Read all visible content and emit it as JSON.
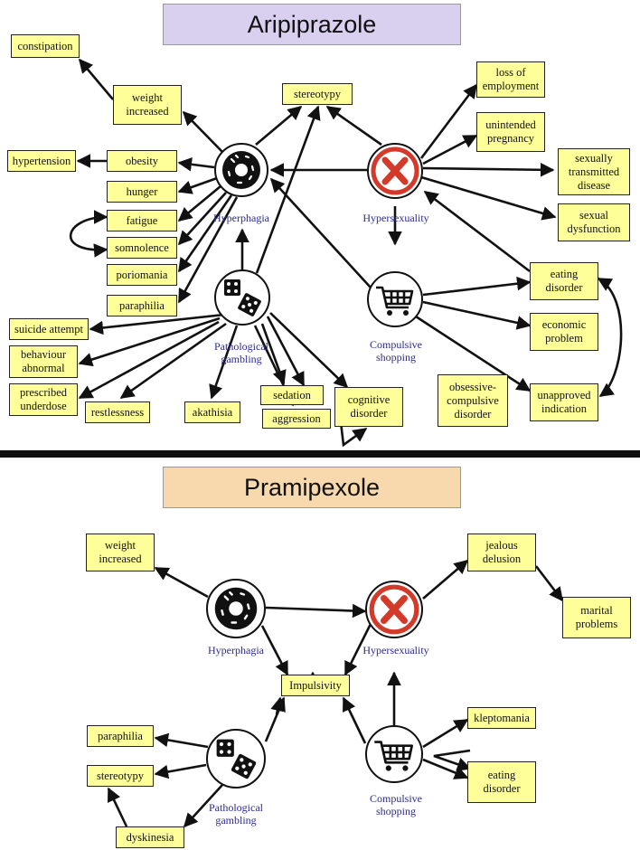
{
  "top": {
    "title": "Aripiprazole",
    "title_color": "#d8d0ee",
    "nodes": {
      "hyperphagia": {
        "label": "Hyperphagia",
        "icon": "donut-icon"
      },
      "hypersexuality": {
        "label": "Hypersexuality",
        "icon": "red-x-icon"
      },
      "gambling": {
        "label": "Pathological\ngambling",
        "icon": "dice-icon"
      },
      "shopping": {
        "label": "Compulsive\nshopping",
        "icon": "shopping-cart-icon"
      }
    },
    "boxes": {
      "constipation": "constipation",
      "weight": "weight\nincreased",
      "hypertension": "hypertension",
      "obesity": "obesity",
      "hunger": "hunger",
      "fatigue": "fatigue",
      "somnolence": "somnolence",
      "poriomania": "poriomania",
      "paraphilia": "paraphilia",
      "suicide": "suicide attempt",
      "behaviour": "behaviour\nabnormal",
      "prescribed": "prescribed\nunderdose",
      "restlessness": "restlessness",
      "akathisia": "akathisia",
      "sedation": "sedation",
      "aggression": "aggression",
      "cognitive": "cognitive\ndisorder",
      "ocd": "obsessive-\ncompulsive\ndisorder",
      "stereotypy": "stereotypy",
      "employment": "loss of\nemployment",
      "pregnancy": "unintended\npregnancy",
      "std": "sexually\ntransmitted\ndisease",
      "dysfunction": "sexual\ndysfunction",
      "eating": "eating\ndisorder",
      "economic": "economic\nproblem",
      "unapproved": "unapproved\nindication"
    }
  },
  "bottom": {
    "title": "Pramipexole",
    "title_color": "#f7d9ad",
    "nodes": {
      "hyperphagia": {
        "label": "Hyperphagia",
        "icon": "donut-icon"
      },
      "hypersexuality": {
        "label": "Hypersexuality",
        "icon": "red-x-icon"
      },
      "gambling": {
        "label": "Pathological\ngambling",
        "icon": "dice-icon"
      },
      "shopping": {
        "label": "Compulsive\nshopping",
        "icon": "shopping-cart-icon"
      }
    },
    "boxes": {
      "weight": "weight\nincreased",
      "jealous": "jealous\ndelusion",
      "marital": "marital\nproblems",
      "impulsivity": "Impulsivity",
      "paraphilia": "paraphilia",
      "stereotypy": "stereotypy",
      "dyskinesia": "dyskinesia",
      "kleptomania": "kleptomania",
      "eating": "eating\ndisorder"
    }
  },
  "colors": {
    "box_fill": "#ffff99",
    "label_blue": "#2b2b8f",
    "x_red": "#d43a2a"
  }
}
